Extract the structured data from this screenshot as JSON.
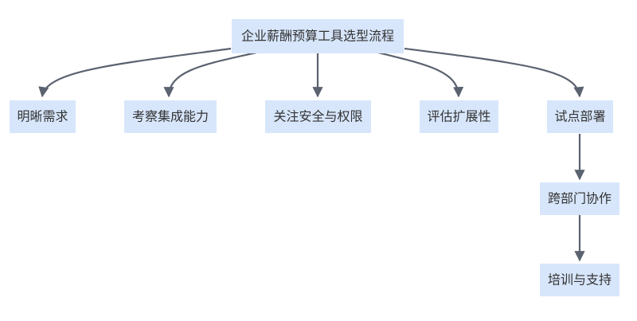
{
  "diagram": {
    "root": "企业薪酬预算工具选型流程",
    "branches": [
      "明晰需求",
      "考察集成能力",
      "关注安全与权限",
      "评估扩展性",
      "试点部署"
    ],
    "pilot_chain": [
      "跨部门协作",
      "培训与支持"
    ]
  },
  "colors": {
    "node_fill": "#d7e6fb",
    "edge": "#5b6270",
    "text": "#333333",
    "background": "#ffffff"
  }
}
